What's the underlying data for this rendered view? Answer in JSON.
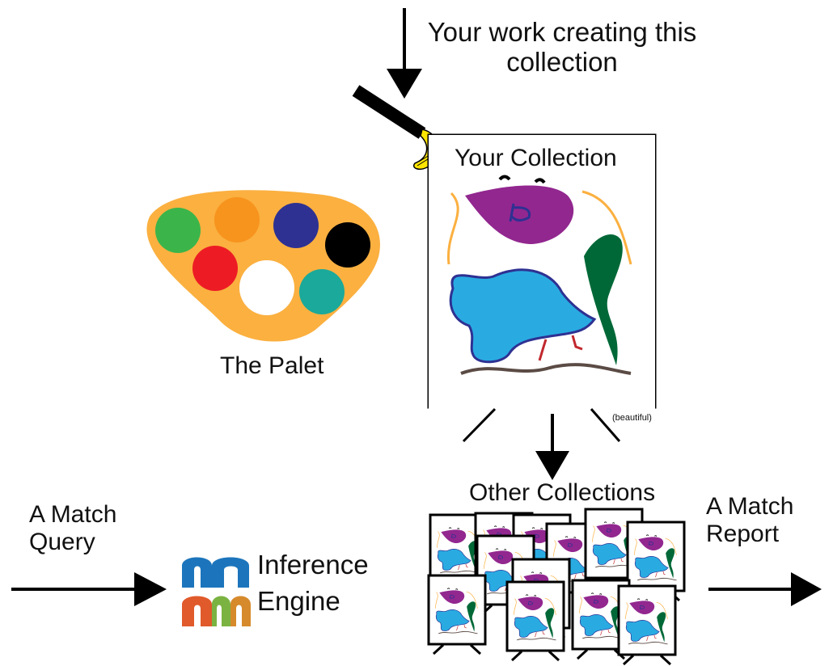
{
  "labels": {
    "work_line1": "Your work creating this",
    "work_line2": "collection",
    "collection_title": "Your Collection",
    "palet_label": "The Palet",
    "beautiful_note": "(beautiful)",
    "other_collections": "Other Collections",
    "match_query_line1": "A Match",
    "match_query_line2": "Query",
    "engine_line1": "Inference",
    "engine_line2": "Engine",
    "match_report_line1": "A Match",
    "match_report_line2": "Report"
  },
  "palette_colors": [
    "#3bb54a",
    "#f7941d",
    "#2e3192",
    "#000000",
    "#ed1c24",
    "#ffffff",
    "#1aa99a"
  ],
  "palette_base_color": "#fbb040",
  "logo_colors": [
    "#1c75bc",
    "#e05a2b",
    "#7bb342",
    "#d68a2c"
  ],
  "icons": [
    "arrow-down-icon",
    "arrow-right-icon",
    "paintbrush-icon",
    "palette-icon",
    "easel-icon",
    "logo-icon"
  ]
}
